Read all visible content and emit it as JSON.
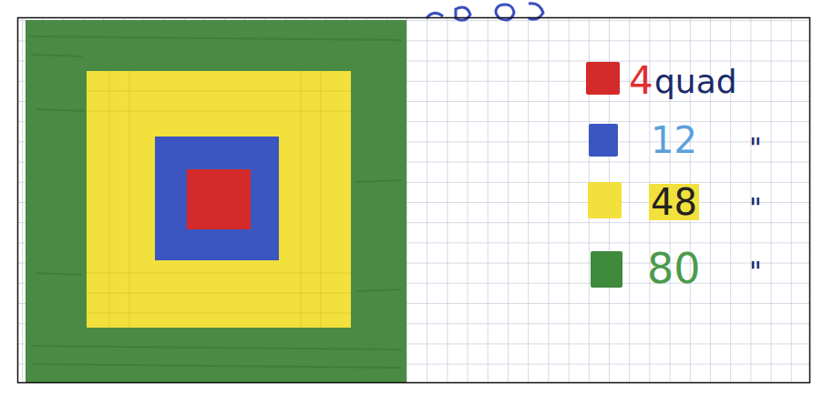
{
  "diagram": {
    "labels": [
      "quad",
      "\"",
      "\"",
      "\""
    ],
    "legend": [
      {
        "text": "4",
        "color": "#d42a2a"
      },
      {
        "text": "12",
        "color": "#3b56c0"
      },
      {
        "text": "48",
        "color": "#f2e03c"
      },
      {
        "text": "80",
        "color": "#3f8a3c"
      }
    ]
  }
}
